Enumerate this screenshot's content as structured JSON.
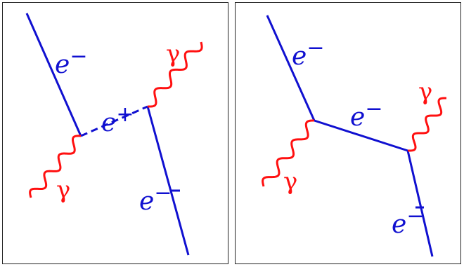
{
  "colors": {
    "electron": "#1010d0",
    "photon": "#ff1010",
    "frame": "#222222"
  },
  "panels": [
    {
      "labels": {
        "e_top": {
          "base": "e",
          "sup": "−"
        },
        "e_plus": {
          "base": "e",
          "sup": "+"
        },
        "e_bottom": {
          "base": "e",
          "sup": "−"
        },
        "gamma_top": "γ",
        "gamma_bottom": "γ"
      }
    },
    {
      "labels": {
        "e_top": {
          "base": "e",
          "sup": "−"
        },
        "e_mid": {
          "base": "e",
          "sup": "−"
        },
        "e_bottom": {
          "base": "e",
          "sup": "−"
        },
        "gamma_top": "γ",
        "gamma_bottom": "γ"
      }
    }
  ]
}
